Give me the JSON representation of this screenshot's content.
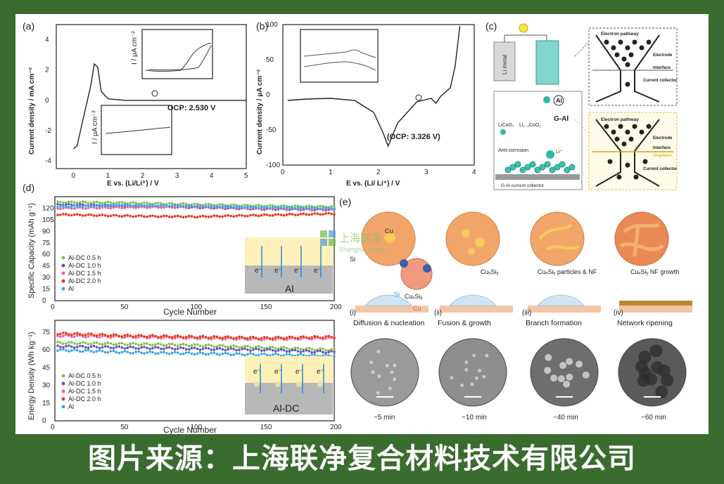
{
  "caption": "图片来源：上海联净复合材料技术有限公司",
  "watermark": {
    "line1": "上海联净",
    "line2": "Shanghai Legion"
  },
  "panel_a": {
    "label": "(a)",
    "ocp": "OCP: 2.530 V",
    "xlabel": "E vs. (Li/Li⁺) / V",
    "ylabel": "Current density / mA cm⁻²",
    "inset_ylabel": "I / μA cm⁻²"
  },
  "panel_b": {
    "label": "(b)",
    "ocp": "(OCP: 3.326 V)",
    "xlabel": "E vs. (Li/ Li⁺) / V",
    "ylabel": "Current density / μA cm⁻²"
  },
  "panel_c": {
    "label": "(c)",
    "li_metal": "Li metal",
    "al": "Al",
    "g_al": "G-Al",
    "licoo2": "LiCoO₂",
    "li1x": "Li₁₋ₓCoO₂",
    "li_plus": "Li⁺",
    "anti": "Anti-corrosion",
    "collector": "G-Al current collector",
    "electron_pathway": "Electron pathway",
    "electrode": "Electrode",
    "interface": "Interface",
    "current_collector": "Current collector",
    "graphene": "Graphene"
  },
  "panel_d": {
    "label": "(d)",
    "top_ylabel": "Specific Capacity (mAh g⁻¹)",
    "bottom_ylabel": "Energy Density (Wh kg⁻¹)",
    "xlabel": "Cycle Number",
    "legend": [
      "Al-DC 0.5 h",
      "Al-DC 1.0 h",
      "Al-DC 1.5 h",
      "Al-DC 2.0 h",
      "Al"
    ],
    "top_inset": "Al",
    "bottom_inset": "Al-DC",
    "electron": "e⁻"
  },
  "panel_e": {
    "label": "(e)",
    "cu": "Cu",
    "si": "Si",
    "cusi": "CuₓSiᵧ",
    "stage2": "CuₓSiᵧ",
    "stage3": "CuₓSiᵧ particles & NF",
    "stage4": "CuₓSiᵧ NF growth",
    "steps": [
      "(i)",
      "(ii)",
      "(iii)",
      "(iv)"
    ],
    "step_names": [
      "Diffusion & nucleation",
      "Fusion & growth",
      "Branch formation",
      "Network ripening"
    ],
    "times": [
      "~5 min",
      "~10 min",
      "~40 min",
      "~60 min"
    ]
  },
  "chart_data": [
    {
      "type": "line",
      "title": "",
      "xlabel": "E vs. (Li/Li⁺) / V",
      "ylabel": "Current density / mA cm⁻²",
      "xlim": [
        -0.5,
        5
      ],
      "ylim": [
        -4.5,
        5
      ],
      "xticks": [
        0,
        1,
        2,
        3,
        4,
        5
      ],
      "yticks": [
        -4,
        -2,
        0,
        2,
        4
      ],
      "series": [
        {
          "x": [
            0.0,
            0.1,
            0.3,
            0.5,
            0.6,
            0.7,
            0.8,
            1.0,
            1.5,
            2.0,
            3.0,
            4.0,
            5.0
          ],
          "y": [
            -3.2,
            -3.0,
            -1.0,
            1.0,
            2.4,
            2.2,
            0.6,
            0.1,
            0.0,
            0.0,
            0.0,
            0.0,
            0.0
          ]
        }
      ]
    },
    {
      "type": "line",
      "title": "",
      "xlabel": "E vs. (Li/ Li⁺) / V",
      "ylabel": "Current density / μA cm⁻²",
      "xlim": [
        0,
        4
      ],
      "ylim": [
        -100,
        100
      ],
      "xticks": [
        0,
        1,
        2,
        3,
        4
      ],
      "yticks": [
        -100,
        -50,
        0,
        50,
        100
      ],
      "series": [
        {
          "x": [
            0.1,
            0.5,
            1.0,
            1.5,
            1.9,
            2.1,
            2.2,
            2.4,
            2.8,
            3.1,
            3.2,
            3.3,
            3.5,
            3.6,
            3.7
          ],
          "y": [
            -8,
            -6,
            -5,
            -8,
            -25,
            -55,
            -73,
            -40,
            -10,
            -5,
            -12,
            -2,
            10,
            40,
            98
          ]
        }
      ]
    },
    {
      "type": "scatter",
      "title": "",
      "xlabel": "Cycle Number",
      "ylabel": "Specific Capacity (mAh g⁻¹)",
      "xlim": [
        0,
        200
      ],
      "ylim": [
        0,
        135
      ],
      "xticks": [
        0,
        50,
        100,
        150,
        200
      ],
      "yticks": [
        0,
        15,
        30,
        45,
        60,
        75,
        90,
        105,
        120
      ],
      "series": [
        {
          "name": "Al-DC 0.5 h",
          "x": [
            0,
            50,
            100,
            150,
            200
          ],
          "y": [
            128,
            127,
            125,
            123,
            122
          ]
        },
        {
          "name": "Al-DC 1.0 h",
          "x": [
            0,
            50,
            100,
            150,
            200
          ],
          "y": [
            125,
            123,
            121,
            119,
            118
          ]
        },
        {
          "name": "Al-DC 1.5 h",
          "x": [
            0,
            50,
            100,
            150,
            200
          ],
          "y": [
            120,
            121,
            122,
            120,
            119
          ]
        },
        {
          "name": "Al-DC 2.0 h",
          "x": [
            0,
            50,
            100,
            150,
            200
          ],
          "y": [
            112,
            110,
            109,
            111,
            113
          ]
        },
        {
          "name": "Al",
          "x": [
            0,
            50,
            100,
            150,
            200
          ],
          "y": [
            122,
            124,
            123,
            121,
            120
          ]
        }
      ]
    },
    {
      "type": "scatter",
      "title": "",
      "xlabel": "Cycle Number",
      "ylabel": "Energy Density (Wh kg⁻¹)",
      "xlim": [
        0,
        200
      ],
      "ylim": [
        0,
        85
      ],
      "xticks": [
        0,
        50,
        100,
        150,
        200
      ],
      "yticks": [
        0,
        15,
        30,
        45,
        60,
        75
      ],
      "series": [
        {
          "name": "Al-DC 0.5 h",
          "x": [
            0,
            50,
            100,
            150,
            200
          ],
          "y": [
            66,
            65,
            64,
            62,
            60
          ]
        },
        {
          "name": "Al-DC 1.0 h",
          "x": [
            0,
            50,
            100,
            150,
            200
          ],
          "y": [
            63,
            62,
            61,
            60,
            58
          ]
        },
        {
          "name": "Al-DC 1.5 h",
          "x": [
            0,
            50,
            100,
            150,
            200
          ],
          "y": [
            72,
            71,
            70,
            69,
            70
          ]
        },
        {
          "name": "Al-DC 2.0 h",
          "x": [
            0,
            50,
            100,
            150,
            200
          ],
          "y": [
            74,
            72,
            71,
            70,
            71
          ]
        },
        {
          "name": "Al",
          "x": [
            0,
            50,
            100,
            150,
            200
          ],
          "y": [
            60,
            58,
            57,
            56,
            55
          ]
        }
      ]
    }
  ],
  "colors": {
    "green": "#7dc24a",
    "purple": "#6b4fbb",
    "pink": "#e8669a",
    "red": "#e53a1e",
    "blue": "#3aa6e6",
    "frame": "#3a6b2f"
  }
}
